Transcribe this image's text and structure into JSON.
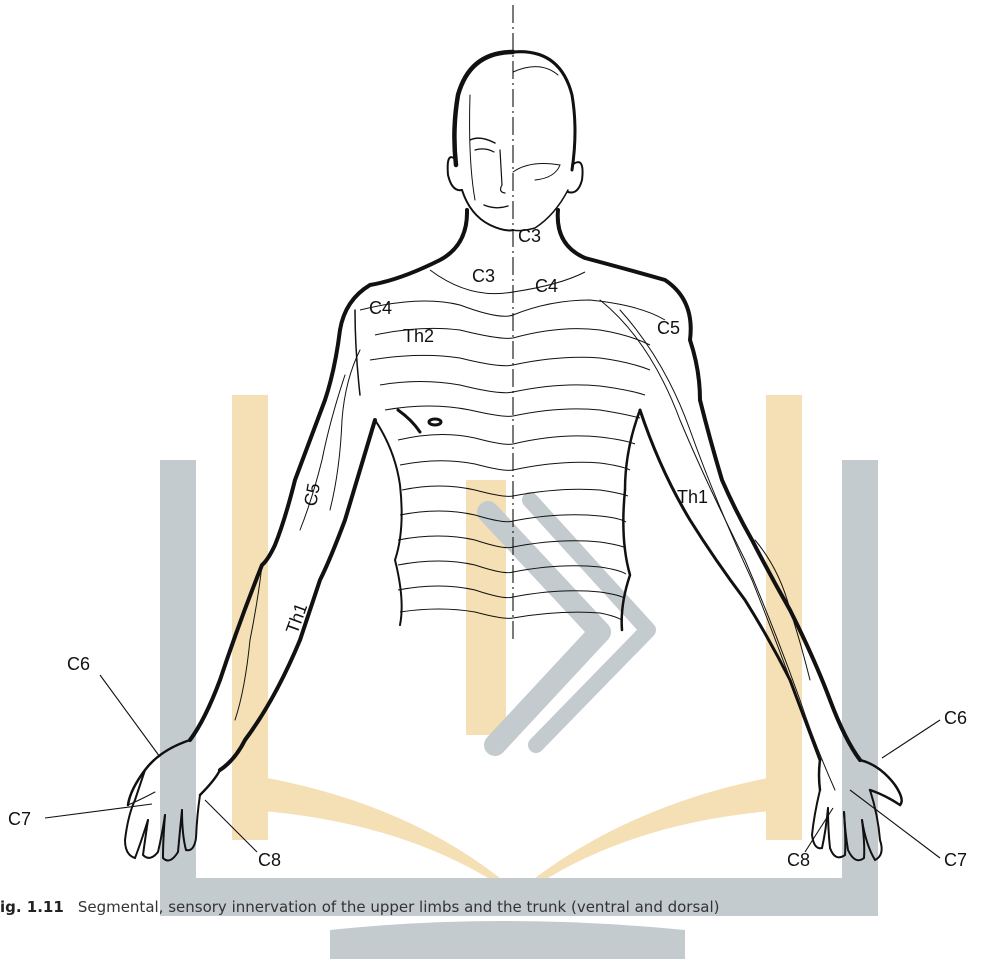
{
  "labels": {
    "c3_neck": "C3",
    "c3_front": "C3",
    "c4_left": "C4",
    "c4_right": "C4",
    "th2": "Th2",
    "c5_right": "C5",
    "c5_left_arm": "C5",
    "th1_right_arm": "Th1",
    "th1_left_arm": "Th1",
    "c6_left": "C6",
    "c6_right": "C6",
    "c7_left": "C7",
    "c7_right": "C7",
    "c8_left": "C8",
    "c8_right": "C8"
  },
  "caption": {
    "figure_number": "ig. 1.11",
    "text": "Segmental, sensory innervation of the upper limbs and the trunk (ventral and dorsal)"
  },
  "colors": {
    "watermark_gray": "#c3cbcf",
    "watermark_gold": "#f5dfb4",
    "ink": "#111111"
  }
}
